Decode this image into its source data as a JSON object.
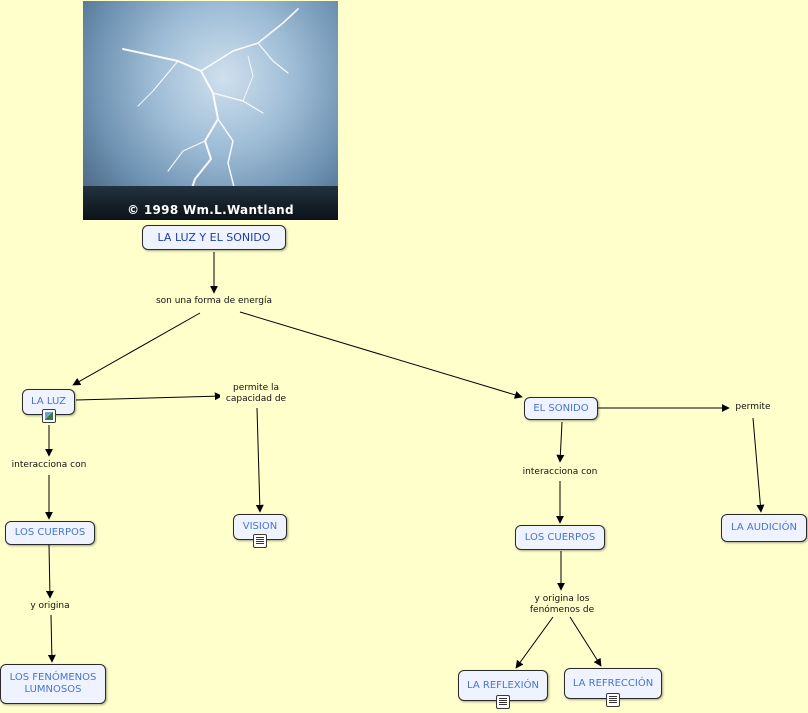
{
  "photo": {
    "caption": "© 1998 Wm.L.Wantland",
    "icon": "lightning-photo"
  },
  "nodes": {
    "main": "LA LUZ Y EL SONIDO",
    "luz": "LA LUZ",
    "cuerpos_left": "LOS CUERPOS",
    "fenomenos": "LOS FENÓMENOS\nLUMNOSOS",
    "vision": "VISION",
    "sonido": "EL SONIDO",
    "cuerpos_right": "LOS CUERPOS",
    "audicion": "LA AUDICIÓN",
    "reflexion": "LA REFLEXIÓN",
    "refreccion": "LA REFRECCIÓN"
  },
  "links": {
    "forma_energia": "son una forma de energía",
    "interacciona_left": "interacciona con",
    "y_origina": "y origina",
    "permite_capacidad": "permite la\ncapacidad de",
    "interacciona_right": "interacciona con",
    "permite": "permite",
    "origina_fenomenos": "y origina los\nfenómenos de"
  },
  "colors": {
    "background": "#ffffcc",
    "node_fill": "#eef3ff",
    "node_text": "#4a74c9",
    "line": "#000000"
  }
}
